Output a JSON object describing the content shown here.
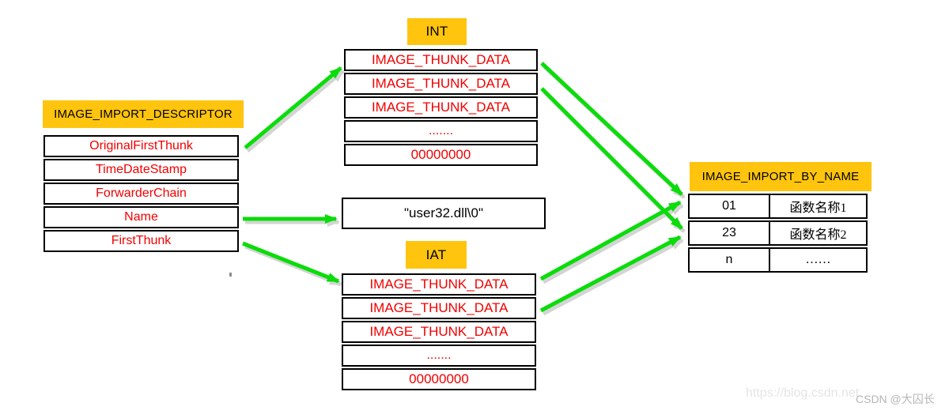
{
  "colors": {
    "header_yellow": "#FFC40D",
    "field_red": "#F20000",
    "arrow_green": "#0BDC0B",
    "arrow_shadow_gray": "#D4D4D4",
    "border_black": "#000000"
  },
  "descriptor": {
    "title": "IMAGE_IMPORT_DESCRIPTOR",
    "rows": [
      "OriginalFirstThunk",
      "TimeDateStamp",
      "ForwarderChain",
      "Name",
      "FirstThunk"
    ]
  },
  "int_table": {
    "title": "INT",
    "rows": [
      "IMAGE_THUNK_DATA",
      "IMAGE_THUNK_DATA",
      "IMAGE_THUNK_DATA",
      ".......",
      "00000000"
    ]
  },
  "dll_name_box": {
    "text": "\"user32.dll\\0\""
  },
  "iat_table": {
    "title": "IAT",
    "rows": [
      "IMAGE_THUNK_DATA",
      "IMAGE_THUNK_DATA",
      "IMAGE_THUNK_DATA",
      ".......",
      "00000000"
    ]
  },
  "import_by_name": {
    "title": "IMAGE_IMPORT_BY_NAME",
    "rows": [
      {
        "ordinal": "01",
        "name": "函数名称1"
      },
      {
        "ordinal": "23",
        "name": "函数名称2"
      },
      {
        "ordinal": "n",
        "name": "……"
      }
    ]
  },
  "connections": [
    {
      "from": "descriptor.OriginalFirstThunk",
      "to": "int_table"
    },
    {
      "from": "descriptor.Name",
      "to": "dll_name_box"
    },
    {
      "from": "descriptor.FirstThunk",
      "to": "iat_table"
    },
    {
      "from": "int_table.row1",
      "to": "import_by_name.01"
    },
    {
      "from": "int_table.row2",
      "to": "import_by_name.23"
    },
    {
      "from": "iat_table.row1",
      "to": "import_by_name.01"
    },
    {
      "from": "iat_table.row2",
      "to": "import_by_name.23"
    }
  ],
  "watermark": {
    "url": "https://blog.csdn.net",
    "handle": "CSDN @大囚长"
  }
}
